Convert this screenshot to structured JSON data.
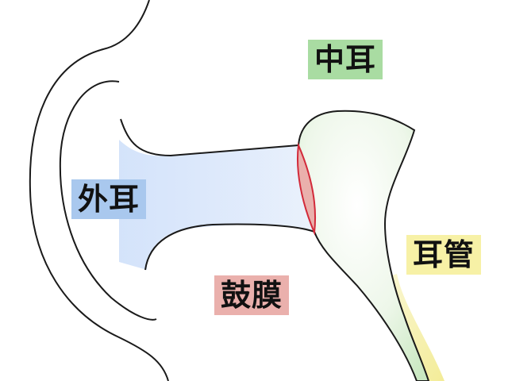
{
  "labels": {
    "middle_ear": "中耳",
    "outer_ear": "外耳",
    "eardrum": "鼓膜",
    "eustachian_tube": "耳管"
  },
  "colors": {
    "outline": "#1a1a1a",
    "outer_ear": "#a9c8ee",
    "middle_ear": "#a9dca2",
    "eardrum": "#eab0ac",
    "eustachian_tube": "#f7f1a6",
    "eardrum_edge": "#d22a3a"
  }
}
